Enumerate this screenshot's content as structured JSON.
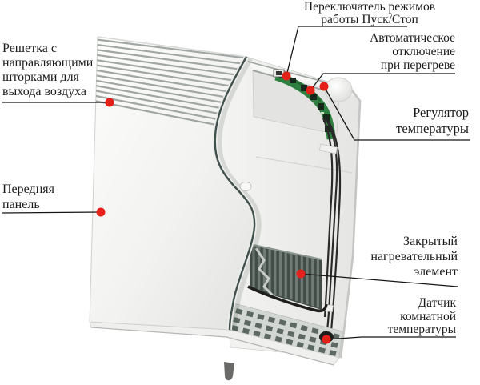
{
  "figure": {
    "kind": "annotated-cutaway-diagram"
  },
  "colors": {
    "background": "#ffffff",
    "label_text": "#1b1b1b",
    "leader_line": "#161616",
    "marker_red": "#e42019",
    "panel_white": "#f7f7f5",
    "cut_edge_dark": "#40504c",
    "pcb_green": "#2f8040",
    "heater_fin_gray": "#5c6761",
    "wire_black": "#2a2a2a"
  },
  "labels": [
    {
      "id": "grille",
      "text": "Решетка с\nнаправляющими\nшторками для\nвыхода воздуха"
    },
    {
      "id": "front-panel",
      "text": "Передняя\nпанель"
    },
    {
      "id": "mode-switch",
      "text": "Переключатель режимов\nработы Пуск/Стоп"
    },
    {
      "id": "auto-off",
      "text": "Автоматическое\nотключение\nпри перегреве"
    },
    {
      "id": "temp-regulator",
      "text": "Регулятор\nтемпературы"
    },
    {
      "id": "heating-element",
      "text": "Закрытый\nнагревательный\nэлемент"
    },
    {
      "id": "room-sensor",
      "text": "Датчик\nкомнатной\nтемпературы"
    }
  ]
}
